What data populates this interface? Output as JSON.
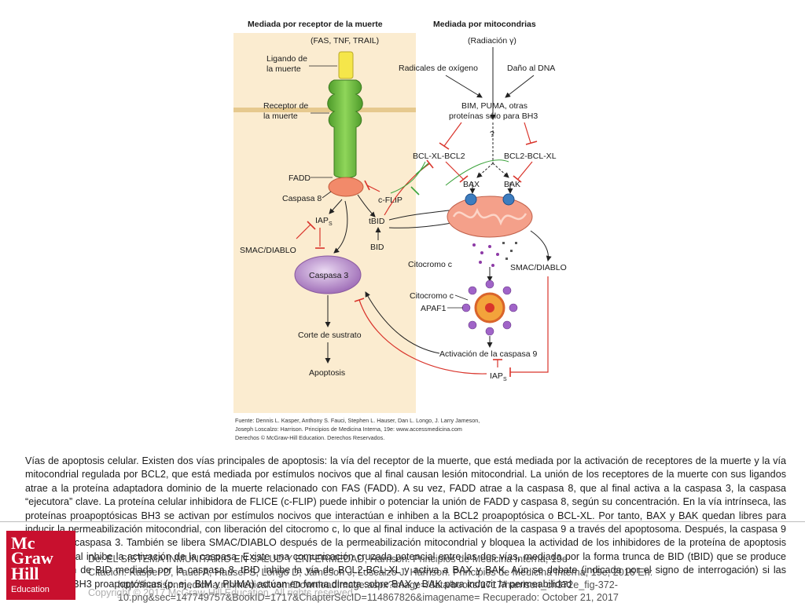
{
  "figure": {
    "headers": {
      "receptor": "Mediada por receptor de la muerte",
      "mito": "Mediada por mitocondrias"
    },
    "labels": {
      "fas_tnf": "(FAS, TNF, TRAIL)",
      "radiacion": "(Radiación γ)",
      "ligando1": "Ligando de",
      "ligando2": "la muerte",
      "receptor1": "Receptor de",
      "receptor2": "la muerte",
      "radicales": "Radicales de oxígeno",
      "dano": "Daño al DNA",
      "bim1": "BIM, PUMA, otras",
      "bim2": "proteínas sólo para BH3",
      "question": "?",
      "bclxl_bcl2": "BCL-XL-BCL2",
      "bcl2_bclxl": "BCL2-BCL-XL",
      "fadd": "FADD",
      "bax": "BAX",
      "bak": "BAK",
      "caspasa8": "Caspasa 8",
      "cflip": "c-FLIP",
      "iaps": "IAP",
      "iaps_sub": "S",
      "tbid": "tBID",
      "bid": "BID",
      "smac_left": "SMAC/DIABLO",
      "citocromo1": "Citocromo c",
      "smac_right": "SMAC/DIABLO",
      "caspasa3": "Caspasa 3",
      "citocromo2": "Citocromo c",
      "apaf1": "APAF1",
      "corte": "Corte de sustrato",
      "activacion9": "Activación de la caspasa 9",
      "iaps2": "IAP",
      "iaps2_sub": "S",
      "apoptosis": "Apoptosis"
    },
    "source": {
      "line1": "Fuente: Dennis L. Kasper, Anthony S. Fauci, Stephen L. Hauser, Dan L. Longo, J. Larry Jameson,",
      "line2": "Joseph Loscalzo: Harrison. Principios de Medicina Interna, 19e: www.accessmedicina.com",
      "line3": "Derechos © McGraw-Hill Education. Derechos Reservados."
    }
  },
  "caption": "Vías de apoptosis celular. Existen dos vías principales de apoptosis: la vía del receptor de la muerte, que está mediada por la activación de receptores de la muerte y la vía mitocondrial regulada por BCL2, que está mediada por estímulos nocivos que al final causan lesión mitocondrial. La unión de los receptores de la muerte con sus ligandos atrae a la proteína adaptadora dominio de la muerte relacionado con FAS (FADD). A su vez, FADD atrae a la caspasa 8, que al final activa a la caspasa 3, la caspasa “ejecutora” clave. La proteína celular inhibidora de FLICE (c-FLIP) puede inhibir o potenciar la unión de FADD y caspasa 8, según su concentración. En la vía intrínseca, las proteínas proapoptósicas BH3 se activan por estímulos nocivos que interactúan e inhiben a la BCL2 proapoptósica o BCL-XL. Por tanto, BAX y BAK quedan libres para inducir la permeabilización mitocondrial, con liberación del citocromo c, lo que al final induce la activación de la caspasa 9 a través del apoptosoma. Después, la caspasa 9 activa a la caspasa 3. También se libera SMAC/DIABLO después de la permeabilización mitocondrial y bloquea la actividad de los inhibidores de la proteína de apoptosis (IAP), lo cual inhibe la activación de la caspasa. Existe una comunicación cruzada potencial entre las dos vías, mediada por la forma trunca de BID (tBID) que se produce por división de BID mediada por la caspasa 8. tBID inhibe la vía de BCL2-BCL-XL y activa a BAX y BAK. Aún se debate (indicada por el signo de interrogación) si las moléculas BH3 proapoptósicas (p. ej., BIM y PUMA) actúan en forma directa sobre BAX y BAK para inducir la permeabilidad",
  "footer": {
    "from": "De: EL SISTEMA INMUNITARIO EN SALUD Y ENFERMEDAD, Harrison. Principios de Medicina Interna, 19e",
    "cite1": "Citación: Kasper D, Fauci A, Hauser S, Longo D, Jameson J, Loscalzo J. Harrison. Principios de Medicina Interna, 19e; 2016 En:",
    "cite2": "http://harrisonmedicina.mhmedical.com/DownloadImage.aspx?image=/data/books/1717/harrison_ch372e_fig-372-",
    "cite3": "10.png&sec=147749757&BookID=1717&ChapterSecID=114867826&imagename= Recuperado: October 21, 2017",
    "copyright": "Copyright © 2017 McGraw-Hill Education. All rights reserved"
  },
  "logo": {
    "line1": "Mc",
    "line2": "Graw",
    "line3": "Hill",
    "line4": "Education"
  },
  "colors": {
    "receptor_green": "#6dbb3f",
    "ligand_yellow": "#f5e64a",
    "caspase8_salmon": "#f28a6a",
    "caspase3_purple": "#b489c8",
    "inhibit_red": "#d9342b",
    "mito_salmon": "#f4a08a",
    "logo_red": "#c8102e"
  }
}
